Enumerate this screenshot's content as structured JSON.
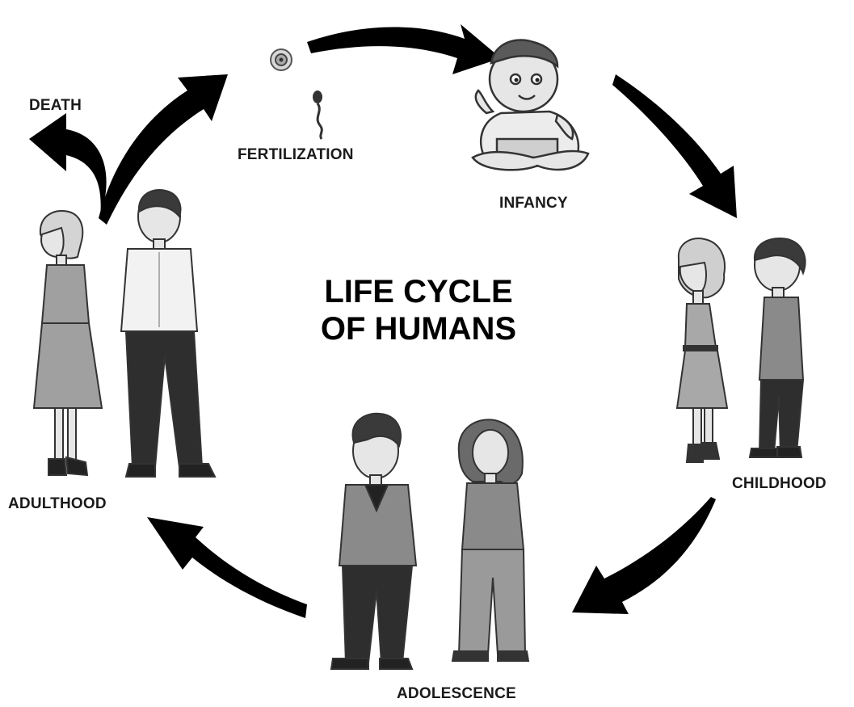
{
  "title": {
    "line1": "LIFE CYCLE",
    "line2": "OF HUMANS"
  },
  "stages": {
    "death": "DEATH",
    "fertilization": "FERTILIZATION",
    "infancy": "INFANCY",
    "childhood": "CHILDHOOD",
    "adolescence": "ADOLESCENCE",
    "adulthood": "ADULTHOOD"
  },
  "colors": {
    "arrow": "#000000",
    "text": "#1a1a1a",
    "skin": "#e4e4e4",
    "cloth_light": "#f2f2f2",
    "cloth_mid": "#9a9a9a",
    "cloth_dark": "#2e2e2e"
  }
}
